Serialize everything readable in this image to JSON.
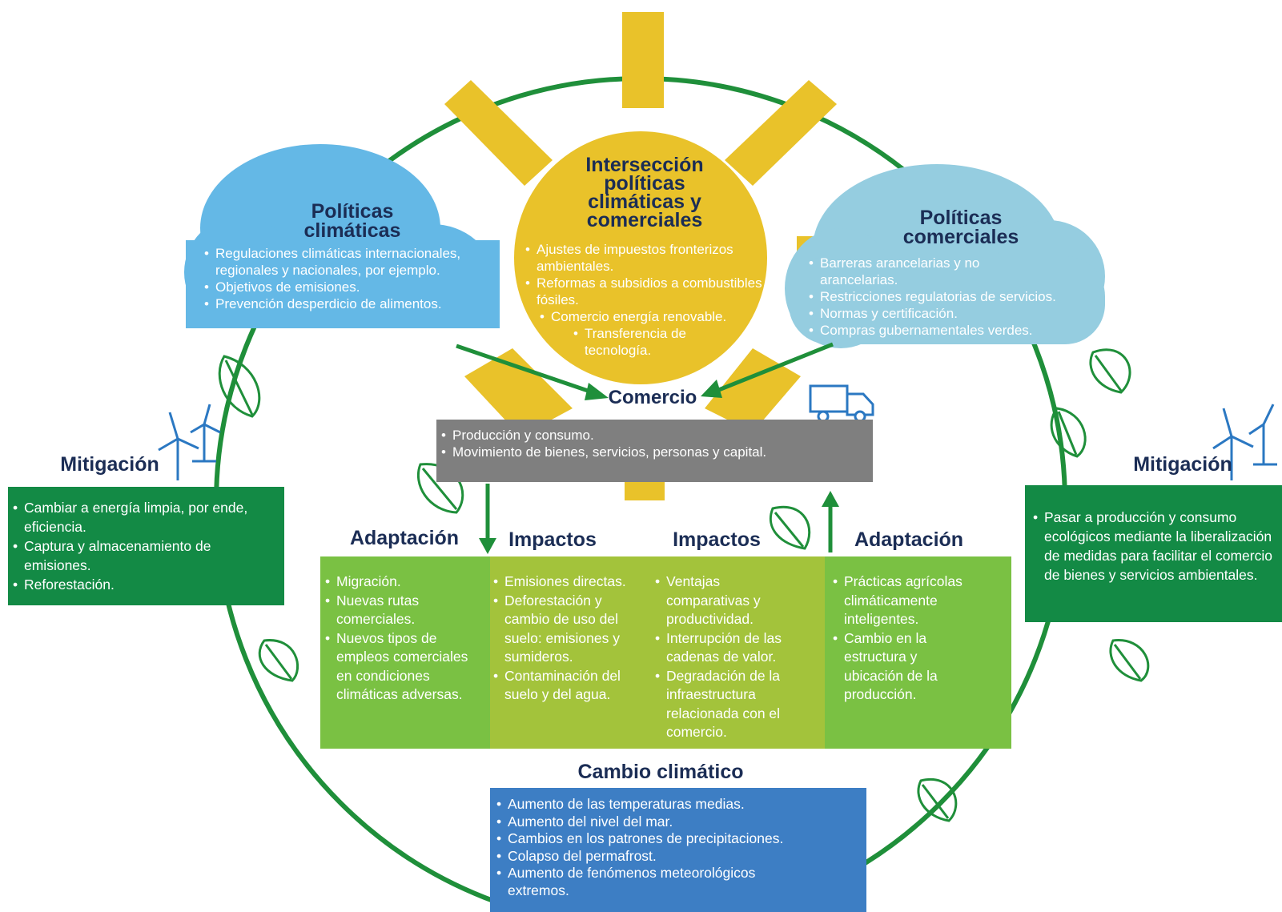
{
  "colors": {
    "sun": "#e9c22a",
    "cloud_left": "#64b8e6",
    "cloud_right": "#95cde0",
    "trade": "#7f7f7f",
    "green_dark": "#138a45",
    "green_light": "#7ac143",
    "green_mid": "#a3c33b",
    "blue": "#3d7ec4",
    "arrow": "#1f8f3a",
    "title": "#1b2d55"
  },
  "center": {
    "title": "Intersección políticas climáticas y comerciales",
    "items": [
      "Ajustes de impuestos fronterizos ambientales.",
      "Reformas a subsidios a combustibles fósiles.",
      "Comercio energía renovable.",
      "Transferencia de tecnología."
    ]
  },
  "climate_policies": {
    "title": "Políticas climáticas",
    "items": [
      "Regulaciones climáticas internacionales, regionales y nacionales, por ejemplo.",
      "Objetivos de emisiones.",
      "Prevención desperdicio de alimentos."
    ]
  },
  "trade_policies": {
    "title": "Políticas comerciales",
    "items": [
      "Barreras arancelarias y no arancelarias.",
      "Restricciones regulatorias de servicios.",
      "Normas y certificación.",
      "Compras gubernamentales verdes."
    ]
  },
  "trade": {
    "title": "Comercio",
    "items": [
      "Producción y consumo.",
      "Movimiento de bienes, servicios, personas y capital."
    ]
  },
  "mitigation_left": {
    "title": "Mitigación",
    "items": [
      "Cambiar a energía limpia, por ende, eficiencia.",
      "Captura y almacenamiento de emisiones.",
      "Reforestación."
    ]
  },
  "mitigation_right": {
    "title": "Mitigación",
    "items": [
      "Pasar a producción y consumo ecológicos mediante la liberalización de medidas para facilitar el comercio de bienes y servicios ambientales."
    ]
  },
  "adaptation_left": {
    "title": "Adaptación",
    "items": [
      "Migración.",
      "Nuevas rutas comerciales.",
      "Nuevos tipos de empleos comerciales en condiciones climáticas adversas."
    ]
  },
  "impacts_left": {
    "title": "Impactos",
    "items": [
      "Emisiones directas.",
      "Deforestación y cambio de uso del suelo: emisiones y sumideros.",
      "Contaminación del suelo y del agua."
    ]
  },
  "impacts_right": {
    "title": "Impactos",
    "items": [
      "Ventajas comparativas y productividad.",
      "Interrupción de las cadenas de valor.",
      "Degradación de la infraestructura relacionada con el comercio."
    ]
  },
  "adaptation_right": {
    "title": "Adaptación",
    "items": [
      "Prácticas agrícolas climáticamente inteligentes.",
      "Cambio en la estructura y ubicación de la producción."
    ]
  },
  "climate_change": {
    "title": "Cambio climático",
    "items": [
      "Aumento de las temperaturas medias.",
      "Aumento del nivel del mar.",
      "Cambios en los patrones de precipitaciones.",
      "Colapso del permafrost.",
      "Aumento de fenómenos meteorológicos extremos."
    ]
  },
  "icons": [
    "wind-turbine-icon",
    "truck-icon",
    "leaf-icon"
  ]
}
